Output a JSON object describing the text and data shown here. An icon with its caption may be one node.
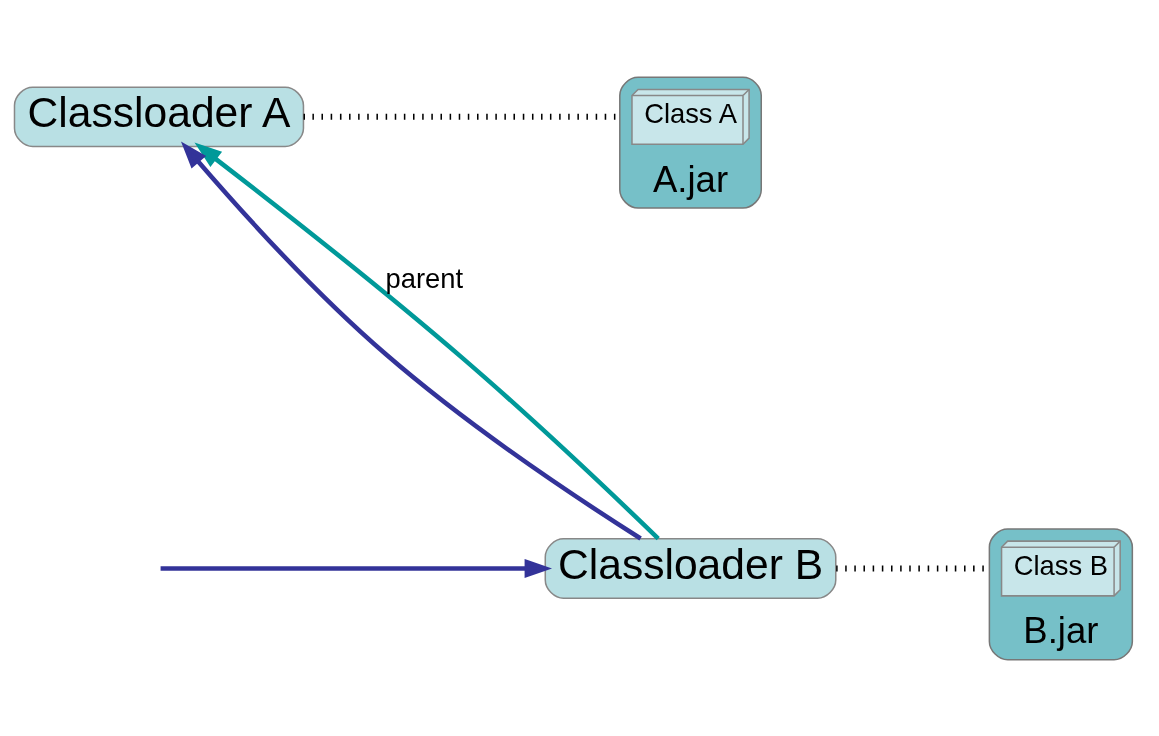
{
  "diagram": {
    "nodes": [
      {
        "text": [
          "Classloader A"
        ]
      },
      {
        "text": [
          "A.jar"
        ]
      },
      {
        "text": [
          "Class A"
        ],
        "in": 1
      },
      {
        "text": [
          "Classloader B"
        ]
      },
      {
        "text": [
          "B.jar"
        ]
      },
      {
        "text": [
          "Class B"
        ],
        "in": 4
      }
    ],
    "edges": [
      {
        "from": 0,
        "to": 1,
        "arrow": "none",
        "style": "dashed"
      },
      {
        "from": 3,
        "to": 0,
        "arrow": "to",
        "label": "parent",
        "color": "#009999"
      },
      {
        "from": 3,
        "to": 0,
        "arrow": "to",
        "color": "#333399"
      },
      {
        "from": 3,
        "to": 4,
        "arrow": "none",
        "style": "dashed"
      },
      {
        "from": null,
        "to": 3,
        "arrow": "to",
        "color": "#333399"
      }
    ]
  }
}
